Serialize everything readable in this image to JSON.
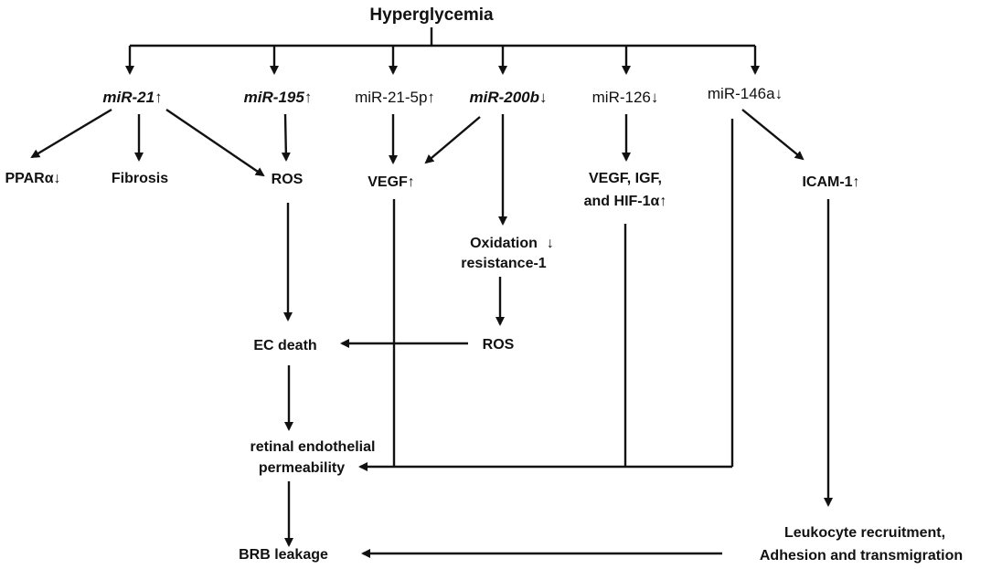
{
  "nodes": {
    "hyperglycemia": "Hyperglycemia",
    "mir21": {
      "name": "miR-21",
      "arrow": "↑"
    },
    "mir195": {
      "name": "miR-195",
      "arrow": "↑"
    },
    "mir21_5p": {
      "name": "miR-21-5p",
      "arrow": "↑"
    },
    "mir200b": {
      "name": "miR-200b",
      "arrow": "↓"
    },
    "mir126": {
      "name": "miR-126",
      "arrow": "↓"
    },
    "mir146a": {
      "name": "miR-146a",
      "arrow": "↓"
    },
    "ppara": {
      "name": "PPARα",
      "arrow": "↓"
    },
    "fibrosis": "Fibrosis",
    "ros_left": "ROS",
    "vegf": {
      "name": "VEGF",
      "arrow": "↑"
    },
    "vegf_igf": {
      "line1": "VEGF, IGF,",
      "line2": "and HIF-1α",
      "arrow": "↑"
    },
    "icam": {
      "name": "ICAM-1",
      "arrow": "↑"
    },
    "oxidation": {
      "line1": "Oxidation",
      "line2": "resistance-1",
      "arrow": "↓"
    },
    "ros_mid": "ROS",
    "ec_death": "EC death",
    "retinal": {
      "line1": "retinal endothelial",
      "line2": "permeability"
    },
    "brb": "BRB leakage",
    "leukocyte": {
      "line1": "Leukocyte recruitment,",
      "line2": "Adhesion and transmigration"
    }
  }
}
